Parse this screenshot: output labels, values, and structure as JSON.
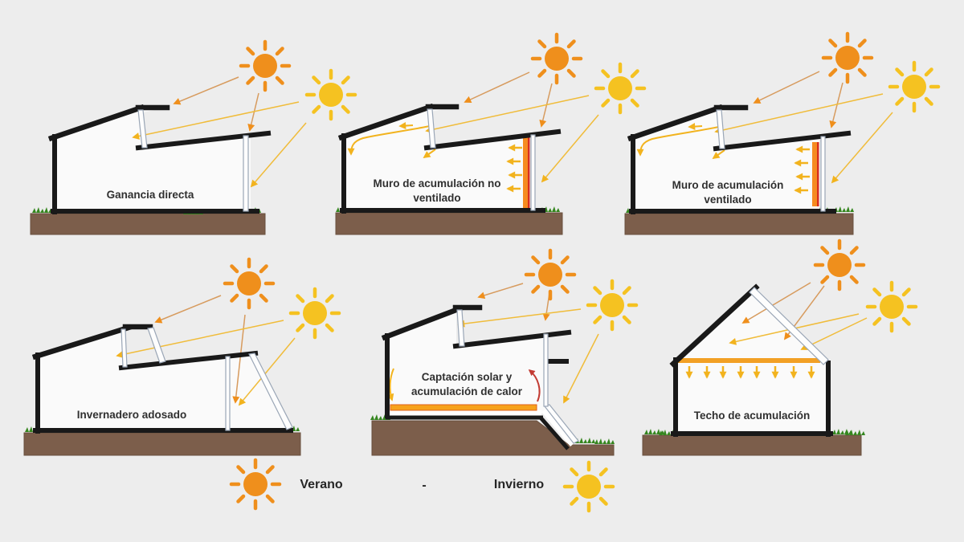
{
  "diagram": {
    "panels": [
      {
        "id": "ganancia-directa",
        "label": "Ganancia directa"
      },
      {
        "id": "muro-no-ventilado",
        "label": "Muro de acumulación no ventilado"
      },
      {
        "id": "muro-ventilado",
        "label": "Muro de acumulación ventilado"
      },
      {
        "id": "invernadero-adosado",
        "label": "Invernadero adosado"
      },
      {
        "id": "captacion-solar",
        "label": "Captación solar y acumulación de calor"
      },
      {
        "id": "techo-acumulacion",
        "label": "Techo de acumulación"
      }
    ],
    "legend": {
      "separator": "-",
      "items": [
        {
          "icon": "sun-summer-icon",
          "label": "Verano",
          "color": "#EF8F1C"
        },
        {
          "icon": "sun-winter-icon",
          "label": "Invierno",
          "color": "#F5C221"
        }
      ]
    },
    "colors": {
      "background": "#EDEDED",
      "structure": "#191919",
      "ground_brown": "#7C5E4B",
      "grass_green": "#35861F",
      "summer_sun": "#EF8F1C",
      "winter_sun": "#F5C221",
      "summer_ray": "#D79B5E",
      "winter_ray": "#F0BC3A",
      "trombe_wall_orange": "#F68B1F",
      "trombe_wall_red": "#D62E1F",
      "heat_flow_red": "#C23B33",
      "glass_edge": "#9AA6B6"
    }
  }
}
